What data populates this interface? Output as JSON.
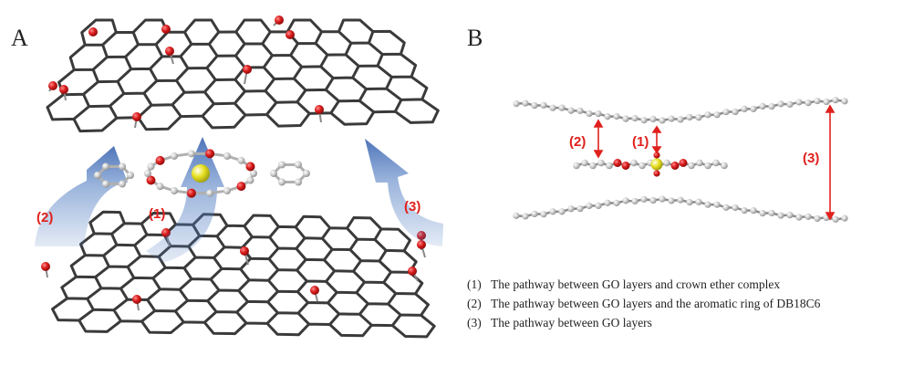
{
  "panels": [
    {
      "id": "A",
      "label": "A"
    },
    {
      "id": "B",
      "label": "B"
    }
  ],
  "panel_a": {
    "pathway_labels": [
      "(1)",
      "(2)",
      "(3)"
    ]
  },
  "panel_b": {
    "pathway_labels": [
      "(1)",
      "(2)",
      "(3)"
    ]
  },
  "legend": [
    {
      "num": "(1)",
      "text": "The pathway between GO layers and crown ether complex"
    },
    {
      "num": "(2)",
      "text": "The pathway between GO layers and the aromatic ring of DB18C6"
    },
    {
      "num": "(3)",
      "text": "The pathway between GO layers"
    }
  ],
  "colors": {
    "lattice": "#3a3a3a",
    "oxygen": "#d01818",
    "carbon": "#c8c8c8",
    "ion": "#e8e020",
    "arrow": "#4a78c0",
    "annotation": "#e0201c"
  }
}
